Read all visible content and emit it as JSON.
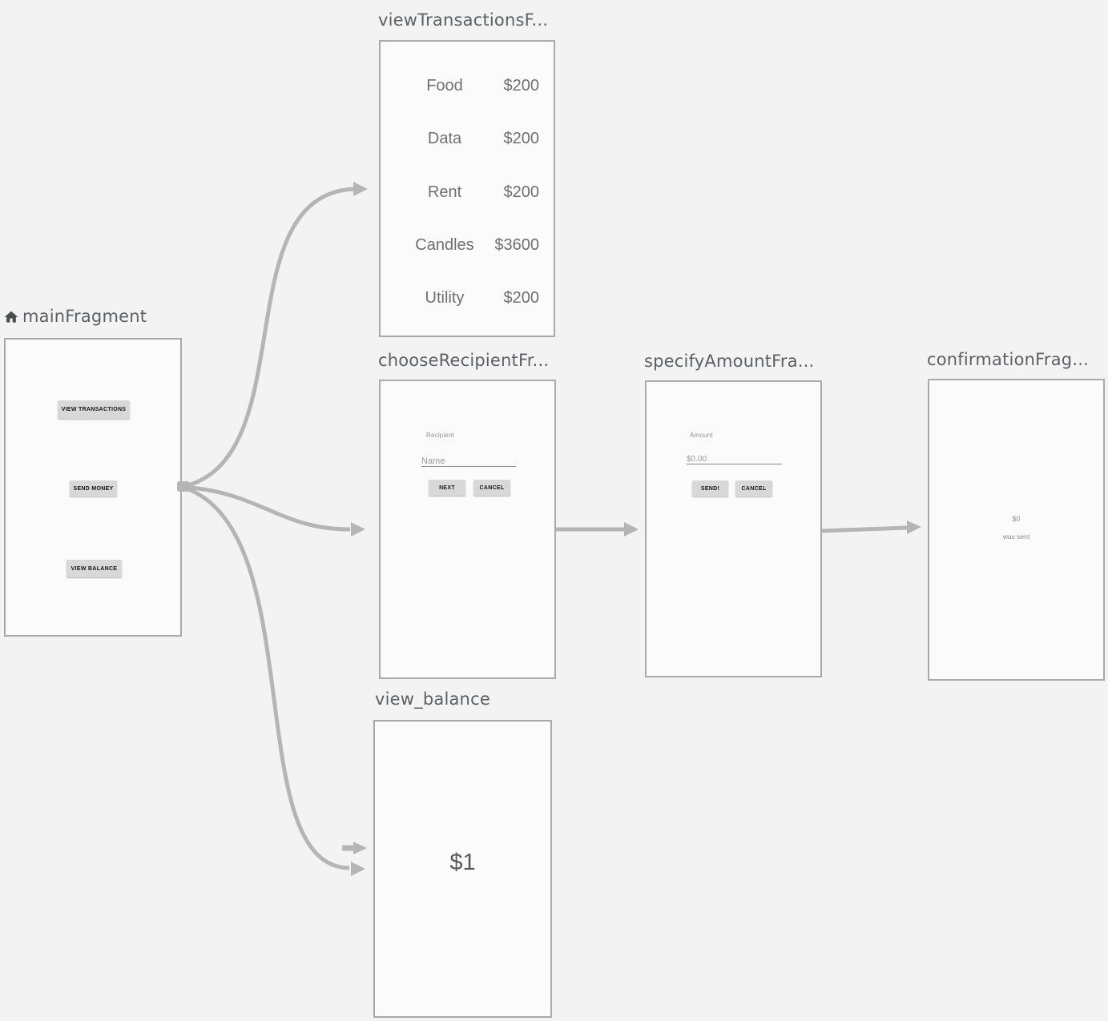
{
  "colors": {
    "background": "#f3f3f3",
    "panel_fill": "#fbfbfb",
    "panel_border": "#a9a9a9",
    "arrow": "#b5b5b5",
    "title_text": "#5d6063",
    "list_text": "#6f6f6f",
    "button_fill": "#d8d8d8",
    "button_text": "#141414",
    "muted_text": "#8f8f8f",
    "balance_text": "#58595b"
  },
  "fragments": {
    "main": {
      "title": "mainFragment",
      "is_start_destination": true,
      "buttons": {
        "view_transactions": "VIEW TRANSACTIONS",
        "send_money": "SEND MONEY",
        "view_balance": "VIEW BALANCE"
      }
    },
    "view_transactions": {
      "title": "viewTransactionsF...",
      "transactions": [
        {
          "label": "Food",
          "amount": "$200"
        },
        {
          "label": "Data",
          "amount": "$200"
        },
        {
          "label": "Rent",
          "amount": "$200"
        },
        {
          "label": "Candles",
          "amount": "$3600"
        },
        {
          "label": "Utility",
          "amount": "$200"
        }
      ]
    },
    "choose_recipient": {
      "title": "chooseRecipientFr...",
      "field_label": "Recipient",
      "field_placeholder": "Name",
      "next_button": "NEXT",
      "cancel_button": "CANCEL"
    },
    "specify_amount": {
      "title": "specifyAmountFra...",
      "field_label": "Amount",
      "field_placeholder": "$0.00",
      "send_button": "SEND!",
      "cancel_button": "CANCEL"
    },
    "confirmation": {
      "title": "confirmationFrag...",
      "amount": "$0",
      "message": "was sent"
    },
    "view_balance": {
      "title": "view_balance",
      "balance": "$1"
    }
  },
  "arrows": [
    {
      "from": "mainFragment",
      "to": "viewTransactionsF..."
    },
    {
      "from": "mainFragment",
      "to": "chooseRecipientFr..."
    },
    {
      "from": "mainFragment",
      "to": "view_balance"
    },
    {
      "from": "chooseRecipientFr...",
      "to": "specifyAmountFra..."
    },
    {
      "from": "specifyAmountFra...",
      "to": "confirmationFrag..."
    },
    {
      "from": "(stub)",
      "to": "view_balance"
    }
  ]
}
